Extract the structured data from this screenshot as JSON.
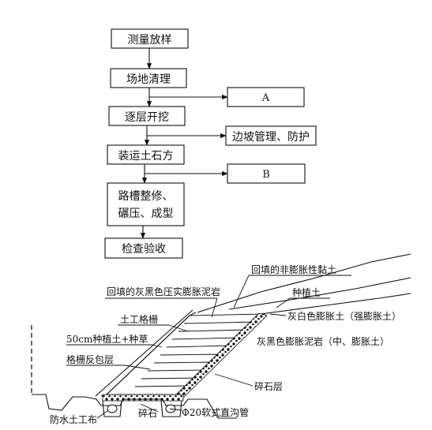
{
  "flowchart": {
    "steps": {
      "survey": "测量放样",
      "clearing": "场地清理",
      "excavation": "逐层开挖",
      "transport": "装运土石方",
      "trench_line1": "路槽整修、",
      "trench_line2": "碾压、成型",
      "inspection": "检查验收"
    },
    "side_steps": {
      "a": "A",
      "slope": "边坡管理、防护",
      "b": "B"
    }
  },
  "section": {
    "labels": {
      "backfill_clay": "回填的非膨胀性黏土",
      "backfill_mudstone": "回填的灰黑色压实膨胀泥岩",
      "planting_soil": "种植土",
      "grey_white_soil": "灰白色膨胀土（强膨胀土）",
      "geogrid": "土工格栅",
      "planting_grass": "50cm种植土+种草",
      "grey_black_mudstone": "灰黑色膨胀泥岩（中、膨胀土）",
      "grid_filter": "格栅反包层",
      "gravel_layer": "碎石层",
      "gravel": "碎石",
      "geotextile": "防水土工布",
      "drain_pipe": "Φ20软式直沟管"
    }
  }
}
